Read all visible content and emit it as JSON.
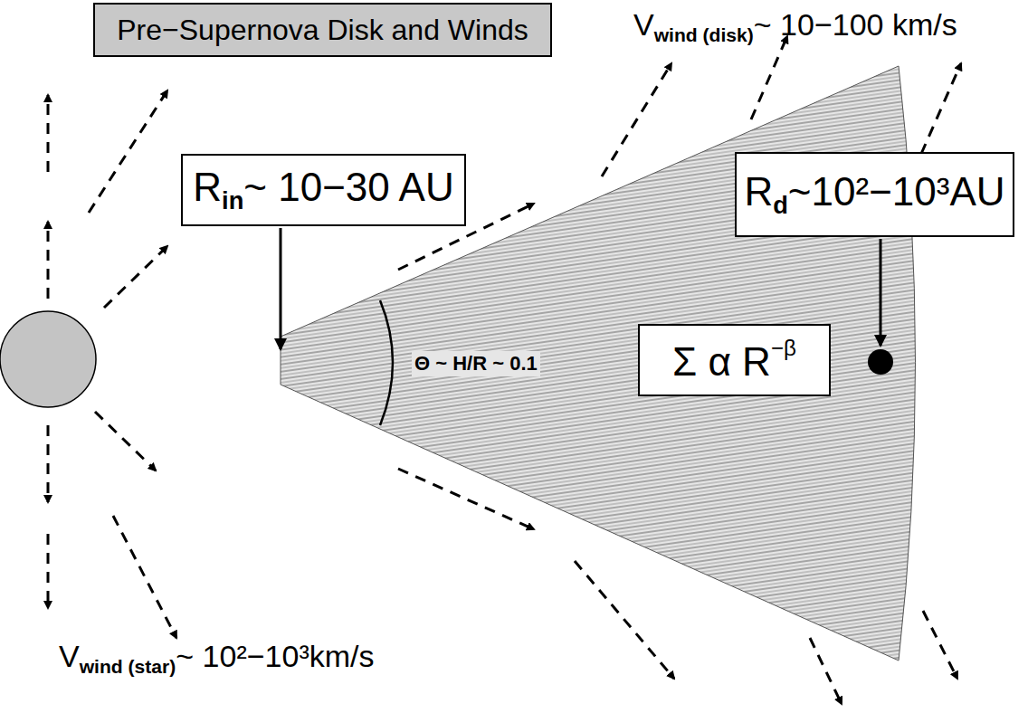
{
  "diagram": {
    "title": "Pre−Supernova Disk and Winds",
    "nodes": [
      {
        "text": [
          "R",
          "in",
          "~ 10−30 AU"
        ]
      },
      {
        "text": [
          "R",
          "d",
          "~10²−10³AU"
        ]
      },
      {
        "text": [
          "Σ α R",
          "−β"
        ]
      }
    ],
    "labels": [
      "V",
      "wind (disk)",
      "~ 10−100 km/s",
      "Θ ~ H/R ~ 0.1",
      "V",
      "wind (star)",
      "~ 10²−10³km/s"
    ]
  }
}
